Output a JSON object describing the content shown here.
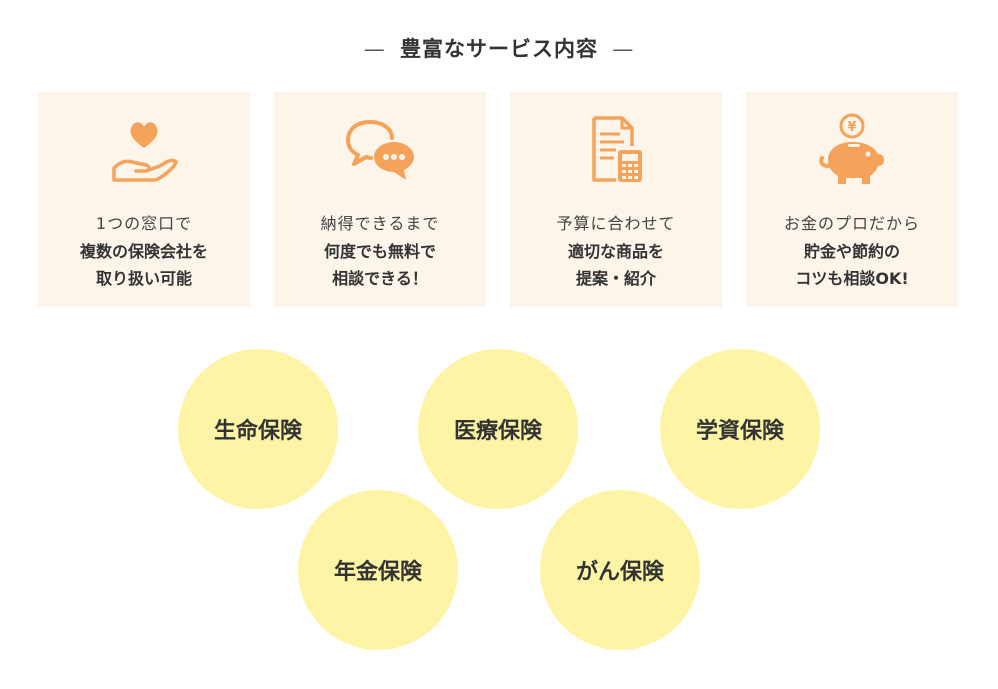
{
  "section": {
    "heading": "豊富なサービス内容",
    "dash_left": "—",
    "dash_right": "—"
  },
  "cards": [
    {
      "icon": "heart-hand-icon",
      "line1": "1つの窓口で",
      "line2": "複数の保険会社を",
      "line3": "取り扱い可能"
    },
    {
      "icon": "chat-bubbles-icon",
      "line1": "納得できるまで",
      "line2": "何度でも無料で",
      "line3": "相談できる！"
    },
    {
      "icon": "document-calculator-icon",
      "line1": "予算に合わせて",
      "line2": "適切な商品を",
      "line3": "提案・紹介"
    },
    {
      "icon": "piggy-bank-yen-icon",
      "line1": "お金のプロだから",
      "line2": "貯金や節約の",
      "line3": "コツも相談OK!"
    }
  ],
  "insurance_types": [
    {
      "label": "生命保険"
    },
    {
      "label": "医療保険"
    },
    {
      "label": "学資保険"
    },
    {
      "label": "年金保険"
    },
    {
      "label": "がん保険"
    }
  ],
  "colors": {
    "card_bg": "#fdf4ea",
    "icon_orange": "#f5a35b",
    "circle_yellow": "#fdf4a5",
    "text": "#333333"
  }
}
